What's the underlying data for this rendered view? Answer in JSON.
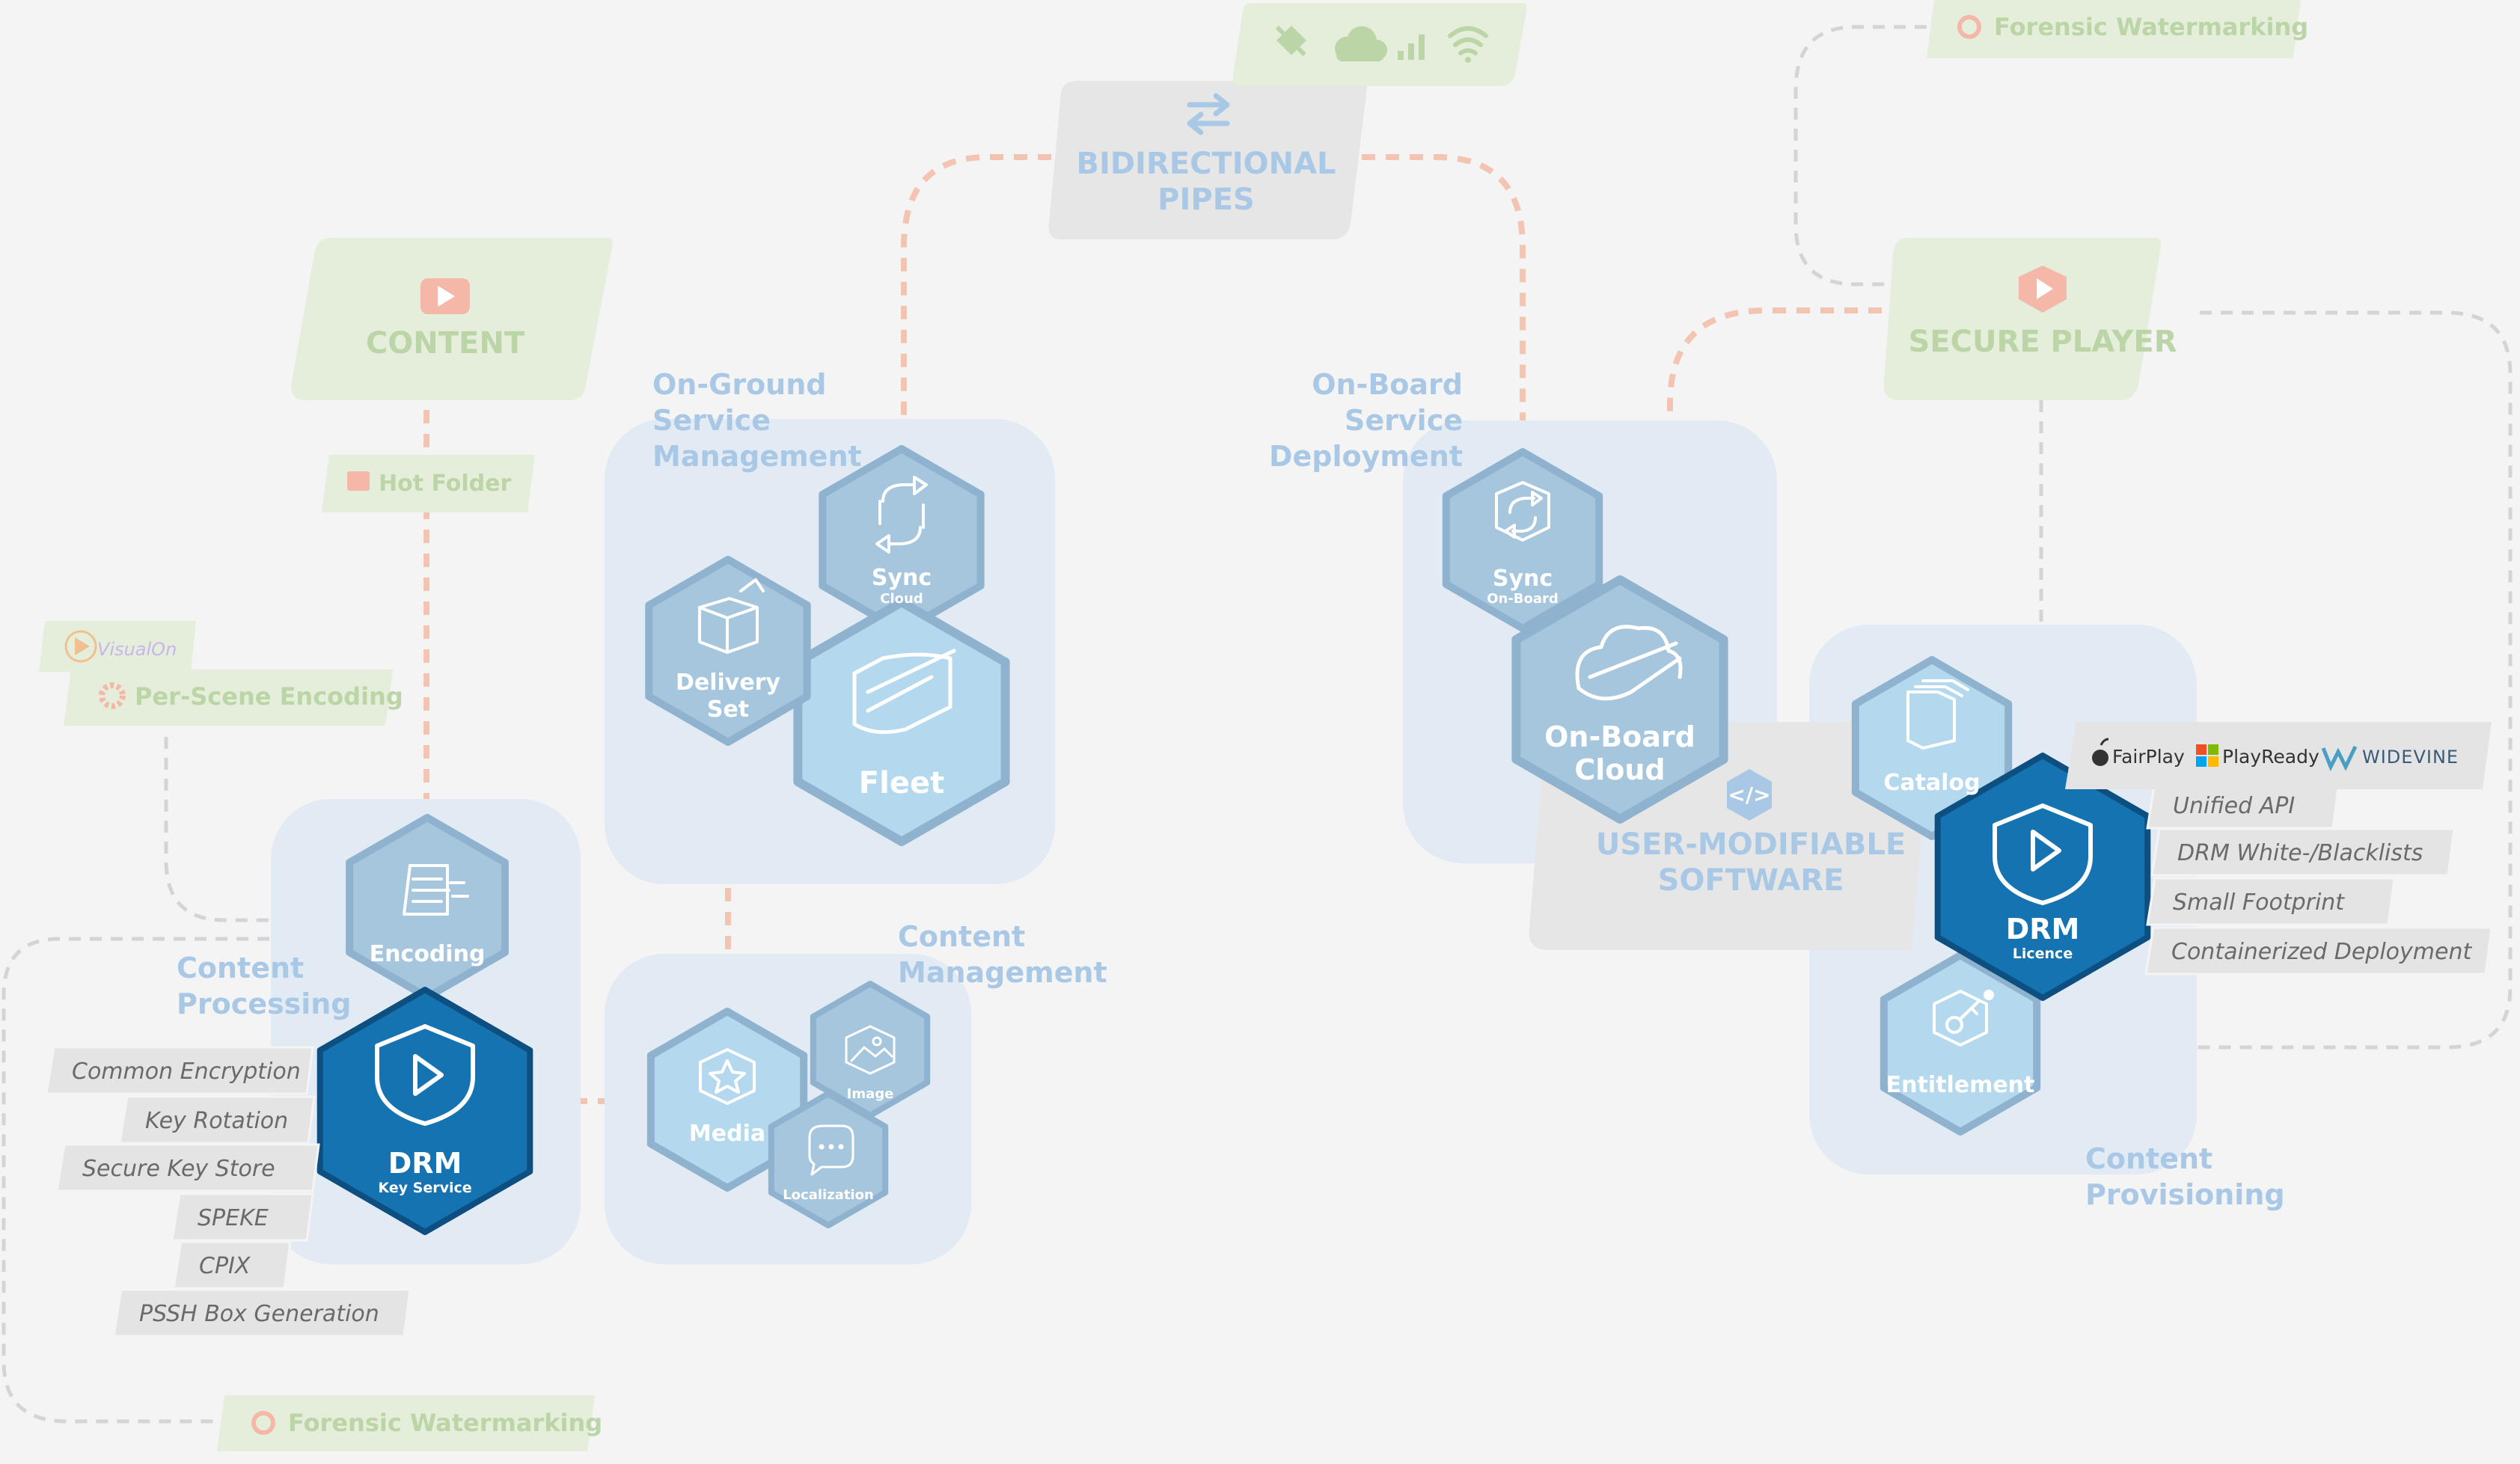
{
  "colors": {
    "background": "#f4f4f4",
    "panel_blue": "#e2ebf3",
    "hex_light": "#a6c6de",
    "hex_lighter": "#b4d9ee",
    "hex_dark": "#1473b0",
    "hex_dark_stroke": "#0d4f80",
    "banner_green": "#e5eeda",
    "banner_green_text": "#bcd5a6",
    "banner_grey": "#e6e6e6",
    "dashed_salmon": "#f3c4b2",
    "dashed_grey": "#d4d4d4",
    "tag_grey": "#e4e4e4",
    "section_label": "#a9c8e6"
  },
  "banners": {
    "content": "CONTENT",
    "secure_player": "SECURE PLAYER",
    "pipes_line1": "BIDIRECTIONAL",
    "pipes_line2": "PIPES",
    "user_mod_line1": "USER-MODIFIABLE",
    "user_mod_line2": "SOFTWARE"
  },
  "tags": {
    "hot_folder": "Hot Folder",
    "per_scene": "Per-Scene Encoding",
    "visualon": "VisualOn",
    "forensic_top": "Forensic Watermarking",
    "forensic_bottom": "Forensic Watermarking"
  },
  "sections": {
    "content_processing": [
      "Content",
      "Processing"
    ],
    "on_ground": [
      "On-Ground",
      "Service",
      "Management"
    ],
    "content_management": [
      "Content",
      "Management"
    ],
    "on_board": [
      "On-Board",
      "Service",
      "Deployment"
    ],
    "content_provisioning": [
      "Content",
      "Provisioning"
    ]
  },
  "hexes": {
    "encoding": "Encoding",
    "drm_key": "DRM",
    "drm_key_sub": "Key Service",
    "sync_cloud": "Sync",
    "sync_cloud_sub": "Cloud",
    "delivery_line1": "Delivery",
    "delivery_line2": "Set",
    "fleet": "Fleet",
    "media": "Media",
    "image": "Image",
    "localization": "Localization",
    "sync_onboard": "Sync",
    "sync_onboard_sub": "On-Board",
    "onboard_line1": "On-Board",
    "onboard_line2": "Cloud",
    "catalog": "Catalog",
    "drm_licence": "DRM",
    "drm_licence_sub": "Licence",
    "entitlement": "Entitlement"
  },
  "drm_key_features": [
    "Common Encryption",
    "Key Rotation",
    "Secure Key Store",
    "SPEKE",
    "CPIX",
    "PSSH Box Generation"
  ],
  "drm_licence_features": [
    "Unified API",
    "DRM White-/Blacklists",
    "Small Footprint",
    "Containerized Deployment"
  ],
  "drm_systems": [
    "FairPlay",
    "PlayReady",
    "WIDEVINE"
  ]
}
